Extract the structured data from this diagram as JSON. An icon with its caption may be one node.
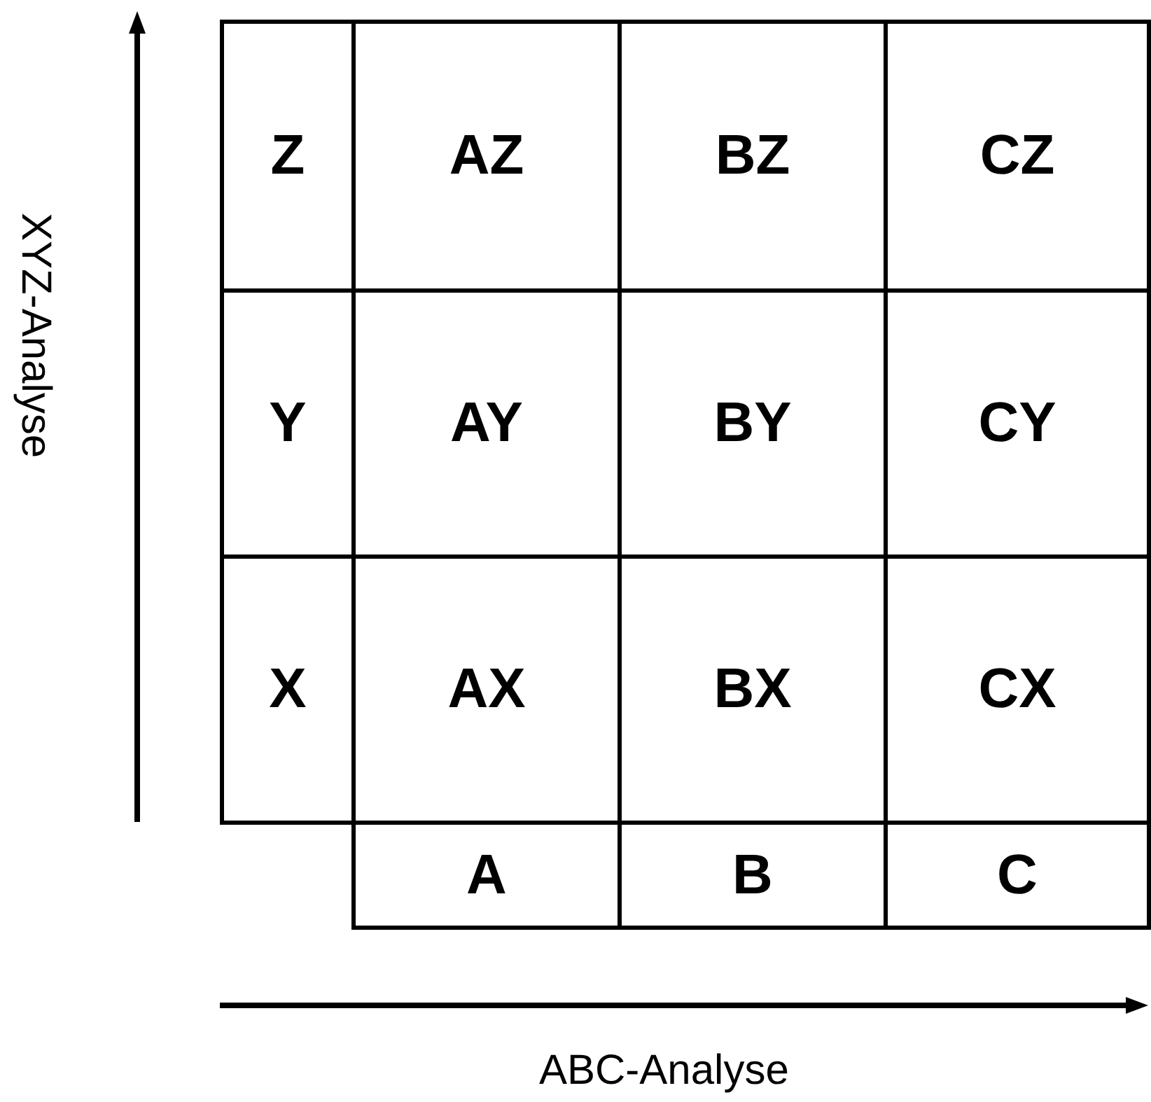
{
  "diagram": {
    "labels": [
      "Z",
      "AZ",
      "BZ",
      "CZ",
      "Y",
      "AY",
      "BY",
      "CY",
      "X",
      "AX",
      "BX",
      "CX",
      "A",
      "B",
      "C",
      "ABC-Analyse",
      "XYZ-Analyse"
    ]
  }
}
